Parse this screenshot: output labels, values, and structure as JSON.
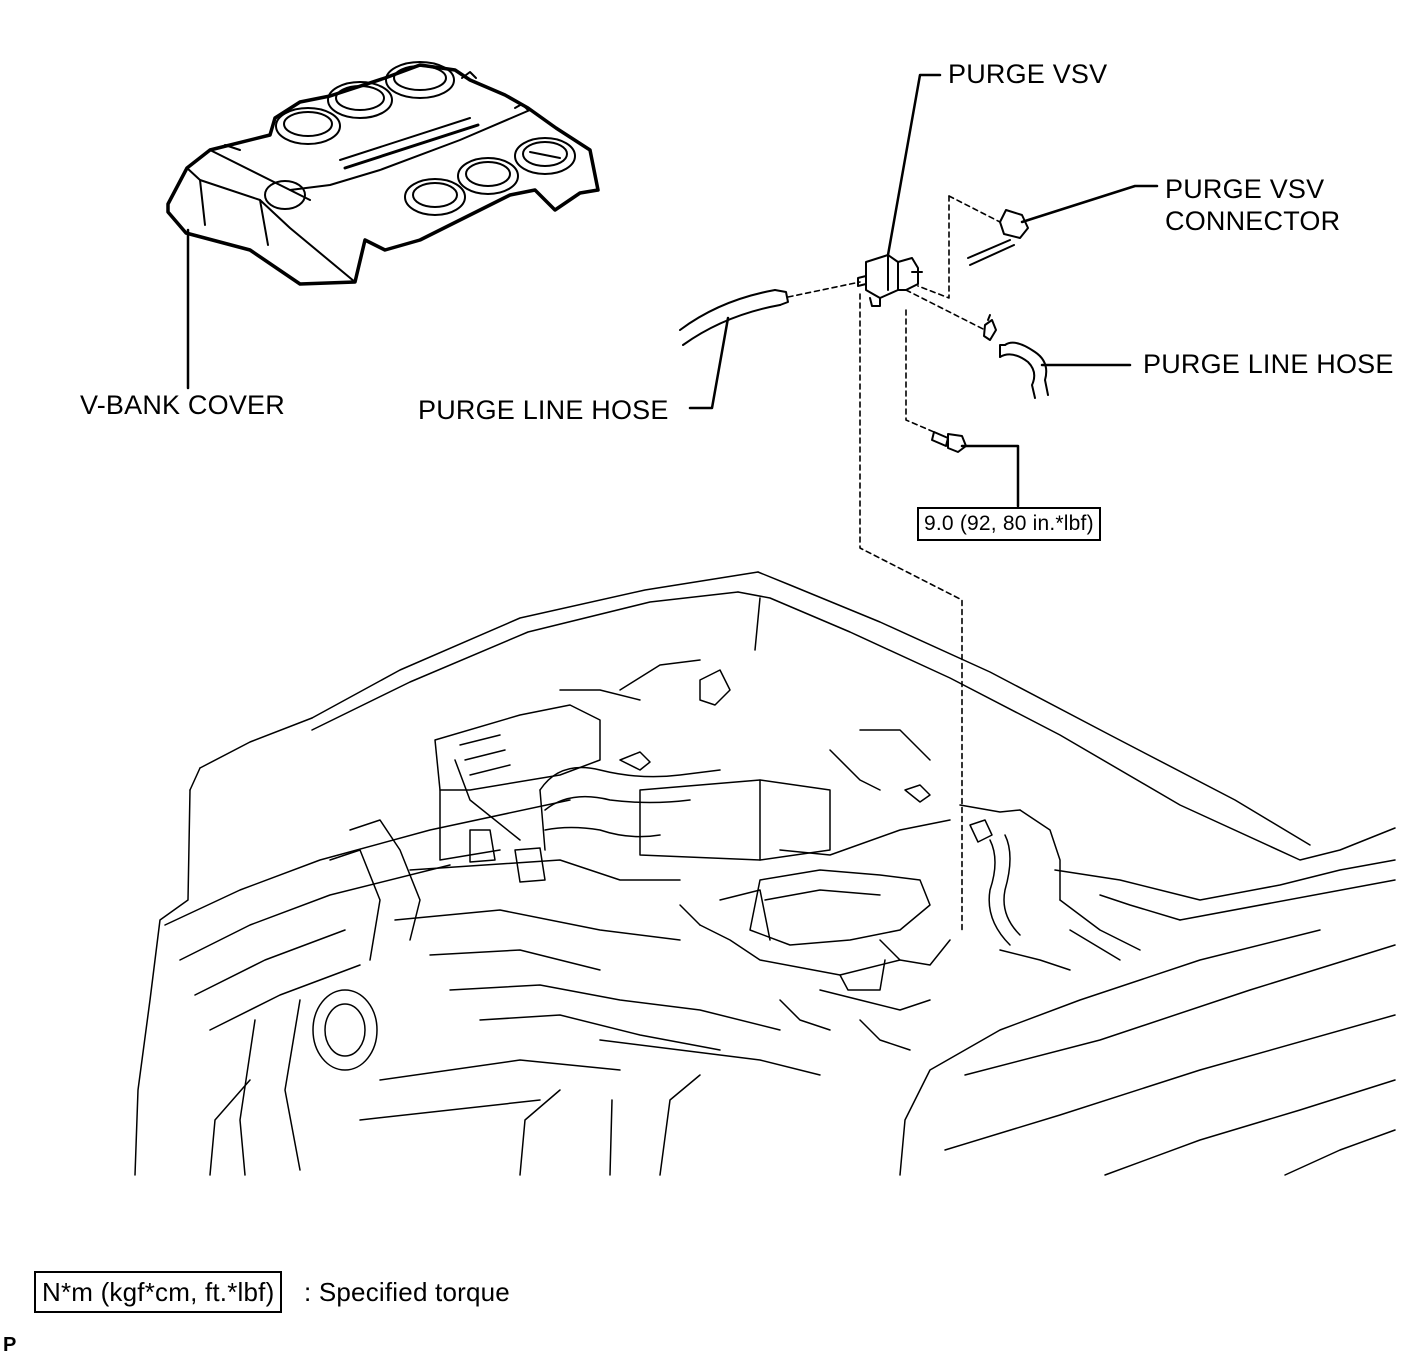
{
  "labels": {
    "purge_vsv": "PURGE VSV",
    "purge_vsv_connector_line1": "PURGE VSV",
    "purge_vsv_connector_line2": "CONNECTOR",
    "purge_line_hose_right": "PURGE LINE HOSE",
    "purge_line_hose_left": "PURGE LINE HOSE",
    "v_bank_cover": "V-BANK COVER"
  },
  "torque": {
    "bolt_value": "9.0 (92, 80 in.*lbf)"
  },
  "legend": {
    "unit_box": "N*m (kgf*cm, ft.*lbf)",
    "description": ": Specified torque"
  },
  "corner_mark": "P",
  "colors": {
    "ink": "#000000",
    "background": "#ffffff"
  }
}
